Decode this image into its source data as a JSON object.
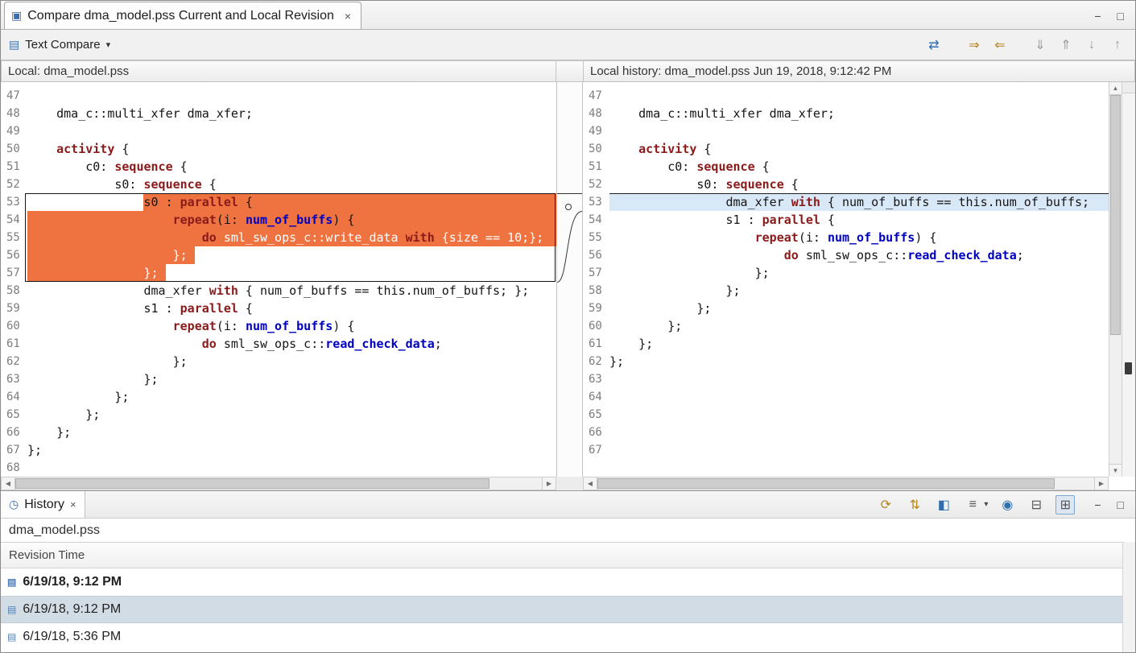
{
  "editor": {
    "tab_title": "Compare dma_model.pss Current and Local Revision",
    "toolbar": {
      "view_label": "Text Compare"
    }
  },
  "compare": {
    "left_header": "Local: dma_model.pss",
    "right_header": "Local history: dma_model.pss Jun 19, 2018, 9:12:42 PM",
    "left_lines": [
      {
        "no": 47,
        "tokens": []
      },
      {
        "no": 48,
        "tokens": [
          {
            "t": "    dma_c::multi_xfer dma_xfer;",
            "c": "p"
          }
        ]
      },
      {
        "no": 49,
        "tokens": []
      },
      {
        "no": 50,
        "tokens": [
          {
            "t": "    ",
            "c": "p"
          },
          {
            "t": "activity",
            "c": "k"
          },
          {
            "t": " {",
            "c": "p"
          }
        ]
      },
      {
        "no": 51,
        "tokens": [
          {
            "t": "        c0: ",
            "c": "p"
          },
          {
            "t": "sequence",
            "c": "k"
          },
          {
            "t": " {",
            "c": "p"
          }
        ]
      },
      {
        "no": 52,
        "tokens": [
          {
            "t": "            s0: ",
            "c": "p"
          },
          {
            "t": "sequence",
            "c": "k"
          },
          {
            "t": " {",
            "c": "p"
          }
        ]
      },
      {
        "no": 53,
        "hl": {
          "from": 16
        },
        "tokens": [
          {
            "t": "                s0 : ",
            "c": "p"
          },
          {
            "t": "parallel",
            "c": "k"
          },
          {
            "t": " {",
            "c": "p"
          }
        ]
      },
      {
        "no": 54,
        "hl": {
          "from": 0
        },
        "tokens": [
          {
            "t": "                    ",
            "c": "p"
          },
          {
            "t": "repeat",
            "c": "k"
          },
          {
            "t": "(i: ",
            "c": "p"
          },
          {
            "t": "num_of_buffs",
            "c": "b"
          },
          {
            "t": ") {",
            "c": "p"
          }
        ]
      },
      {
        "no": 55,
        "hl": {
          "from": 0
        },
        "tokens": [
          {
            "t": "                        ",
            "c": "p"
          },
          {
            "t": "do",
            "c": "k"
          },
          {
            "t": " ",
            "c": "p"
          },
          {
            "t": "sml_sw_ops_c::write_data ",
            "c": "w"
          },
          {
            "t": "with",
            "c": "k"
          },
          {
            "t": " ",
            "c": "p"
          },
          {
            "t": "{size == 10;};",
            "c": "w"
          }
        ]
      },
      {
        "no": 56,
        "hl": {
          "from": 0,
          "to": 23
        },
        "tokens": [
          {
            "t": "                    ",
            "c": "p"
          },
          {
            "t": "};",
            "c": "w"
          }
        ]
      },
      {
        "no": 57,
        "hl": {
          "from": 0,
          "to": 19
        },
        "tokens": [
          {
            "t": "                ",
            "c": "p"
          },
          {
            "t": "};",
            "c": "w"
          }
        ]
      },
      {
        "no": 58,
        "tokens": [
          {
            "t": "                dma_xfer ",
            "c": "p"
          },
          {
            "t": "with",
            "c": "k"
          },
          {
            "t": " { num_of_buffs == this.num_of_buffs; };",
            "c": "p"
          }
        ]
      },
      {
        "no": 59,
        "tokens": [
          {
            "t": "                s1 : ",
            "c": "p"
          },
          {
            "t": "parallel",
            "c": "k"
          },
          {
            "t": " {",
            "c": "p"
          }
        ]
      },
      {
        "no": 60,
        "tokens": [
          {
            "t": "                    ",
            "c": "p"
          },
          {
            "t": "repeat",
            "c": "k"
          },
          {
            "t": "(i: ",
            "c": "p"
          },
          {
            "t": "num_of_buffs",
            "c": "b"
          },
          {
            "t": ") {",
            "c": "p"
          }
        ]
      },
      {
        "no": 61,
        "tokens": [
          {
            "t": "                        ",
            "c": "p"
          },
          {
            "t": "do",
            "c": "k"
          },
          {
            "t": " sml_sw_ops_c::",
            "c": "p"
          },
          {
            "t": "read_check_data",
            "c": "b"
          },
          {
            "t": ";",
            "c": "p"
          }
        ]
      },
      {
        "no": 62,
        "tokens": [
          {
            "t": "                    };",
            "c": "p"
          }
        ]
      },
      {
        "no": 63,
        "tokens": [
          {
            "t": "                };",
            "c": "p"
          }
        ]
      },
      {
        "no": 64,
        "tokens": [
          {
            "t": "            };",
            "c": "p"
          }
        ]
      },
      {
        "no": 65,
        "tokens": [
          {
            "t": "        };",
            "c": "p"
          }
        ]
      },
      {
        "no": 66,
        "tokens": [
          {
            "t": "    };",
            "c": "p"
          }
        ]
      },
      {
        "no": 67,
        "tokens": [
          {
            "t": "};",
            "c": "p"
          }
        ]
      },
      {
        "no": 68,
        "tokens": []
      }
    ],
    "right_lines": [
      {
        "no": 47,
        "tokens": []
      },
      {
        "no": 48,
        "tokens": [
          {
            "t": "    dma_c::multi_xfer dma_xfer;",
            "c": "p"
          }
        ]
      },
      {
        "no": 49,
        "tokens": []
      },
      {
        "no": 50,
        "tokens": [
          {
            "t": "    ",
            "c": "p"
          },
          {
            "t": "activity",
            "c": "k"
          },
          {
            "t": " {",
            "c": "p"
          }
        ]
      },
      {
        "no": 51,
        "tokens": [
          {
            "t": "        c0: ",
            "c": "p"
          },
          {
            "t": "sequence",
            "c": "k"
          },
          {
            "t": " {",
            "c": "p"
          }
        ]
      },
      {
        "no": 52,
        "tokens": [
          {
            "t": "            s0: ",
            "c": "p"
          },
          {
            "t": "sequence",
            "c": "k"
          },
          {
            "t": " {",
            "c": "p"
          }
        ]
      },
      {
        "no": 53,
        "hl": {
          "from": 0,
          "kind": "sel"
        },
        "tokens": [
          {
            "t": "                dma_xfer ",
            "c": "p"
          },
          {
            "t": "with",
            "c": "k"
          },
          {
            "t": " { num_of_buffs == this.num_of_buffs;",
            "c": "p"
          }
        ]
      },
      {
        "no": 54,
        "tokens": [
          {
            "t": "                s1 : ",
            "c": "p"
          },
          {
            "t": "parallel",
            "c": "k"
          },
          {
            "t": " {",
            "c": "p"
          }
        ]
      },
      {
        "no": 55,
        "tokens": [
          {
            "t": "                    ",
            "c": "p"
          },
          {
            "t": "repeat",
            "c": "k"
          },
          {
            "t": "(i: ",
            "c": "p"
          },
          {
            "t": "num_of_buffs",
            "c": "b"
          },
          {
            "t": ") {",
            "c": "p"
          }
        ]
      },
      {
        "no": 56,
        "tokens": [
          {
            "t": "                        ",
            "c": "p"
          },
          {
            "t": "do",
            "c": "k"
          },
          {
            "t": " sml_sw_ops_c::",
            "c": "p"
          },
          {
            "t": "read_check_data",
            "c": "b"
          },
          {
            "t": ";",
            "c": "p"
          }
        ]
      },
      {
        "no": 57,
        "tokens": [
          {
            "t": "                    };",
            "c": "p"
          }
        ]
      },
      {
        "no": 58,
        "tokens": [
          {
            "t": "                };",
            "c": "p"
          }
        ]
      },
      {
        "no": 59,
        "tokens": [
          {
            "t": "            };",
            "c": "p"
          }
        ]
      },
      {
        "no": 60,
        "tokens": [
          {
            "t": "        };",
            "c": "p"
          }
        ]
      },
      {
        "no": 61,
        "tokens": [
          {
            "t": "    };",
            "c": "p"
          }
        ]
      },
      {
        "no": 62,
        "tokens": [
          {
            "t": "};",
            "c": "p"
          }
        ]
      },
      {
        "no": 63,
        "tokens": []
      },
      {
        "no": 64,
        "tokens": []
      },
      {
        "no": 65,
        "tokens": []
      },
      {
        "no": 66,
        "tokens": []
      },
      {
        "no": 67,
        "tokens": []
      }
    ]
  },
  "history": {
    "tab_label": "History",
    "file_label": "dma_model.pss",
    "column_header": "Revision Time",
    "rows": [
      {
        "time": "6/19/18, 9:12 PM",
        "bold": true,
        "selected": false
      },
      {
        "time": "6/19/18, 9:12 PM",
        "bold": false,
        "selected": true
      },
      {
        "time": "6/19/18, 5:36 PM",
        "bold": false,
        "selected": false
      }
    ]
  },
  "icons": {
    "compare_tab": "▣",
    "close": "×",
    "minimize": "−",
    "maximize": "□",
    "text_compare": "▤",
    "dropdown_caret": "▾",
    "swap": "⇄",
    "copy_left_to_right": "⇒",
    "copy_right_to_left": "⇐",
    "next_difference": "⇓",
    "previous_difference": "⇑",
    "next_change": "↓",
    "previous_change": "↑",
    "history_tab": "◷",
    "refresh": "⟳",
    "get_contents": "⇅",
    "compare_mode": "◧",
    "group_by": "≡",
    "pin": "◉",
    "collapse_all": "⊟",
    "link_with_editor": "⊞",
    "file_row": "▤",
    "scroll_up": "▲",
    "scroll_down": "▼",
    "scroll_left": "◀",
    "scroll_right": "▶"
  },
  "colors": {
    "diff_highlight": "#EE7340",
    "selection_line": "#D9E8F7",
    "keyword": "#8B1A1A",
    "identifier_blue": "#0000C0",
    "selected_row": "#D2DCE5"
  }
}
